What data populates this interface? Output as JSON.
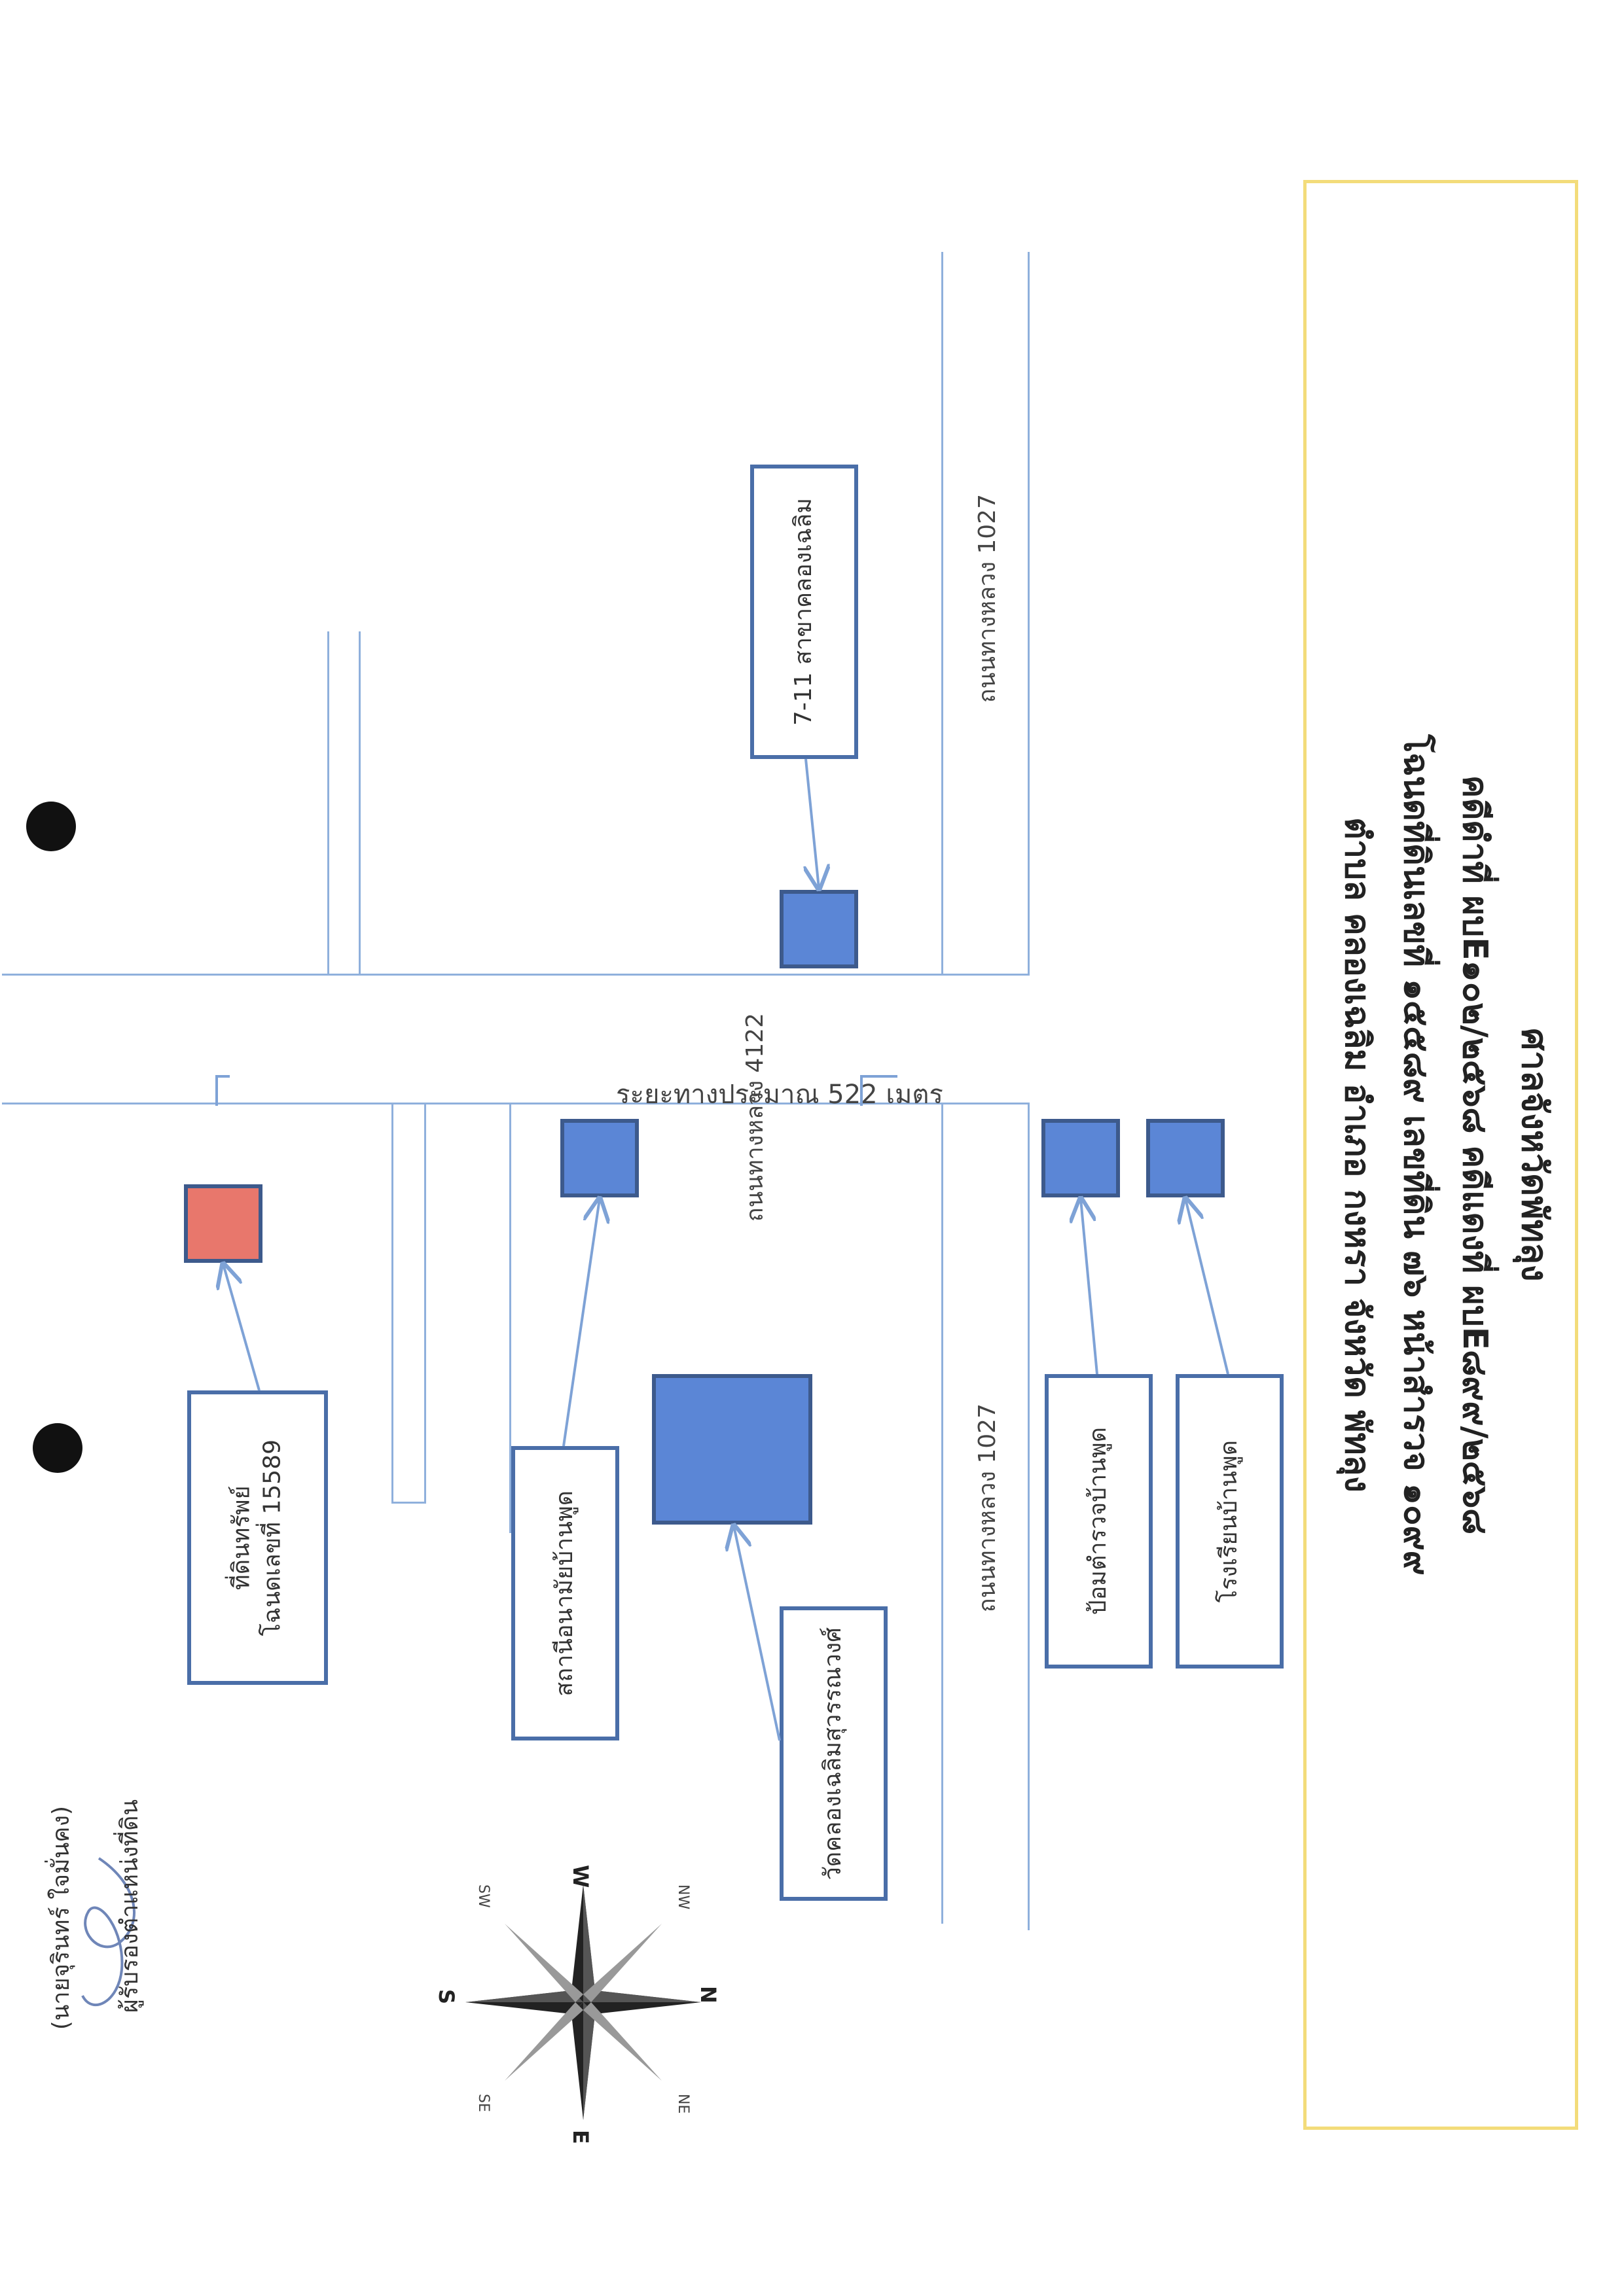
{
  "title": {
    "court": "ศาลจังหวัดพัทลุง",
    "case_numbers": "คดีดำที่ ผบE๑๐๒/๒๕๖๘ คดีแดงที่ ผบE๘๙๙/๒๕๖๘",
    "deed_info": "โฉนดที่ดินเลขที่ ๑๕๕๘๙ เลขที่ดิน ๗๖ หน้าสำรวจ ๑๐๙๙",
    "location": "ตำบล คลองเฉลิม อำเภอ กงหรา จังหวัด พัทลุง"
  },
  "roads": {
    "highway_1027_north": "ถนนทางหลวง 1027",
    "highway_1027_south": "ถนนทางหลวง 1027",
    "highway_4122": "ถนนทางหลวง 4122"
  },
  "distance_label": "ระยะทางประมาณ 522 เมตร",
  "landmarks": {
    "seven_eleven": "7-11 สาขาคลองเฉลิม",
    "school": "โรงเรียนบ้านพูด",
    "police": "ป้อมตำรวจบ้านพูด",
    "temple": "วัดคลองเฉลิมสุวรรณวงศ์",
    "health_station": "สถานีอนามัยบ้านพูด",
    "property_line1": "ที่ดินทรัพย์",
    "property_line2": "โฉนดเลขที่ 15589"
  },
  "compass": {
    "n": "N",
    "e": "E",
    "s": "S",
    "w": "W",
    "ne": "NE",
    "se": "SE",
    "sw": "SW",
    "nw": "NW"
  },
  "signature": {
    "role": "ผู้รับรองตำแหน่งที่ดิน",
    "name": "(นายจุรินทร์ ใจมั่นคง)"
  },
  "colors": {
    "road": "#8fb0dc",
    "marker": "#5b86d6",
    "marker_border": "#3d5a8c",
    "property_marker": "#e8776c",
    "title_border": "#f3dc7a"
  }
}
